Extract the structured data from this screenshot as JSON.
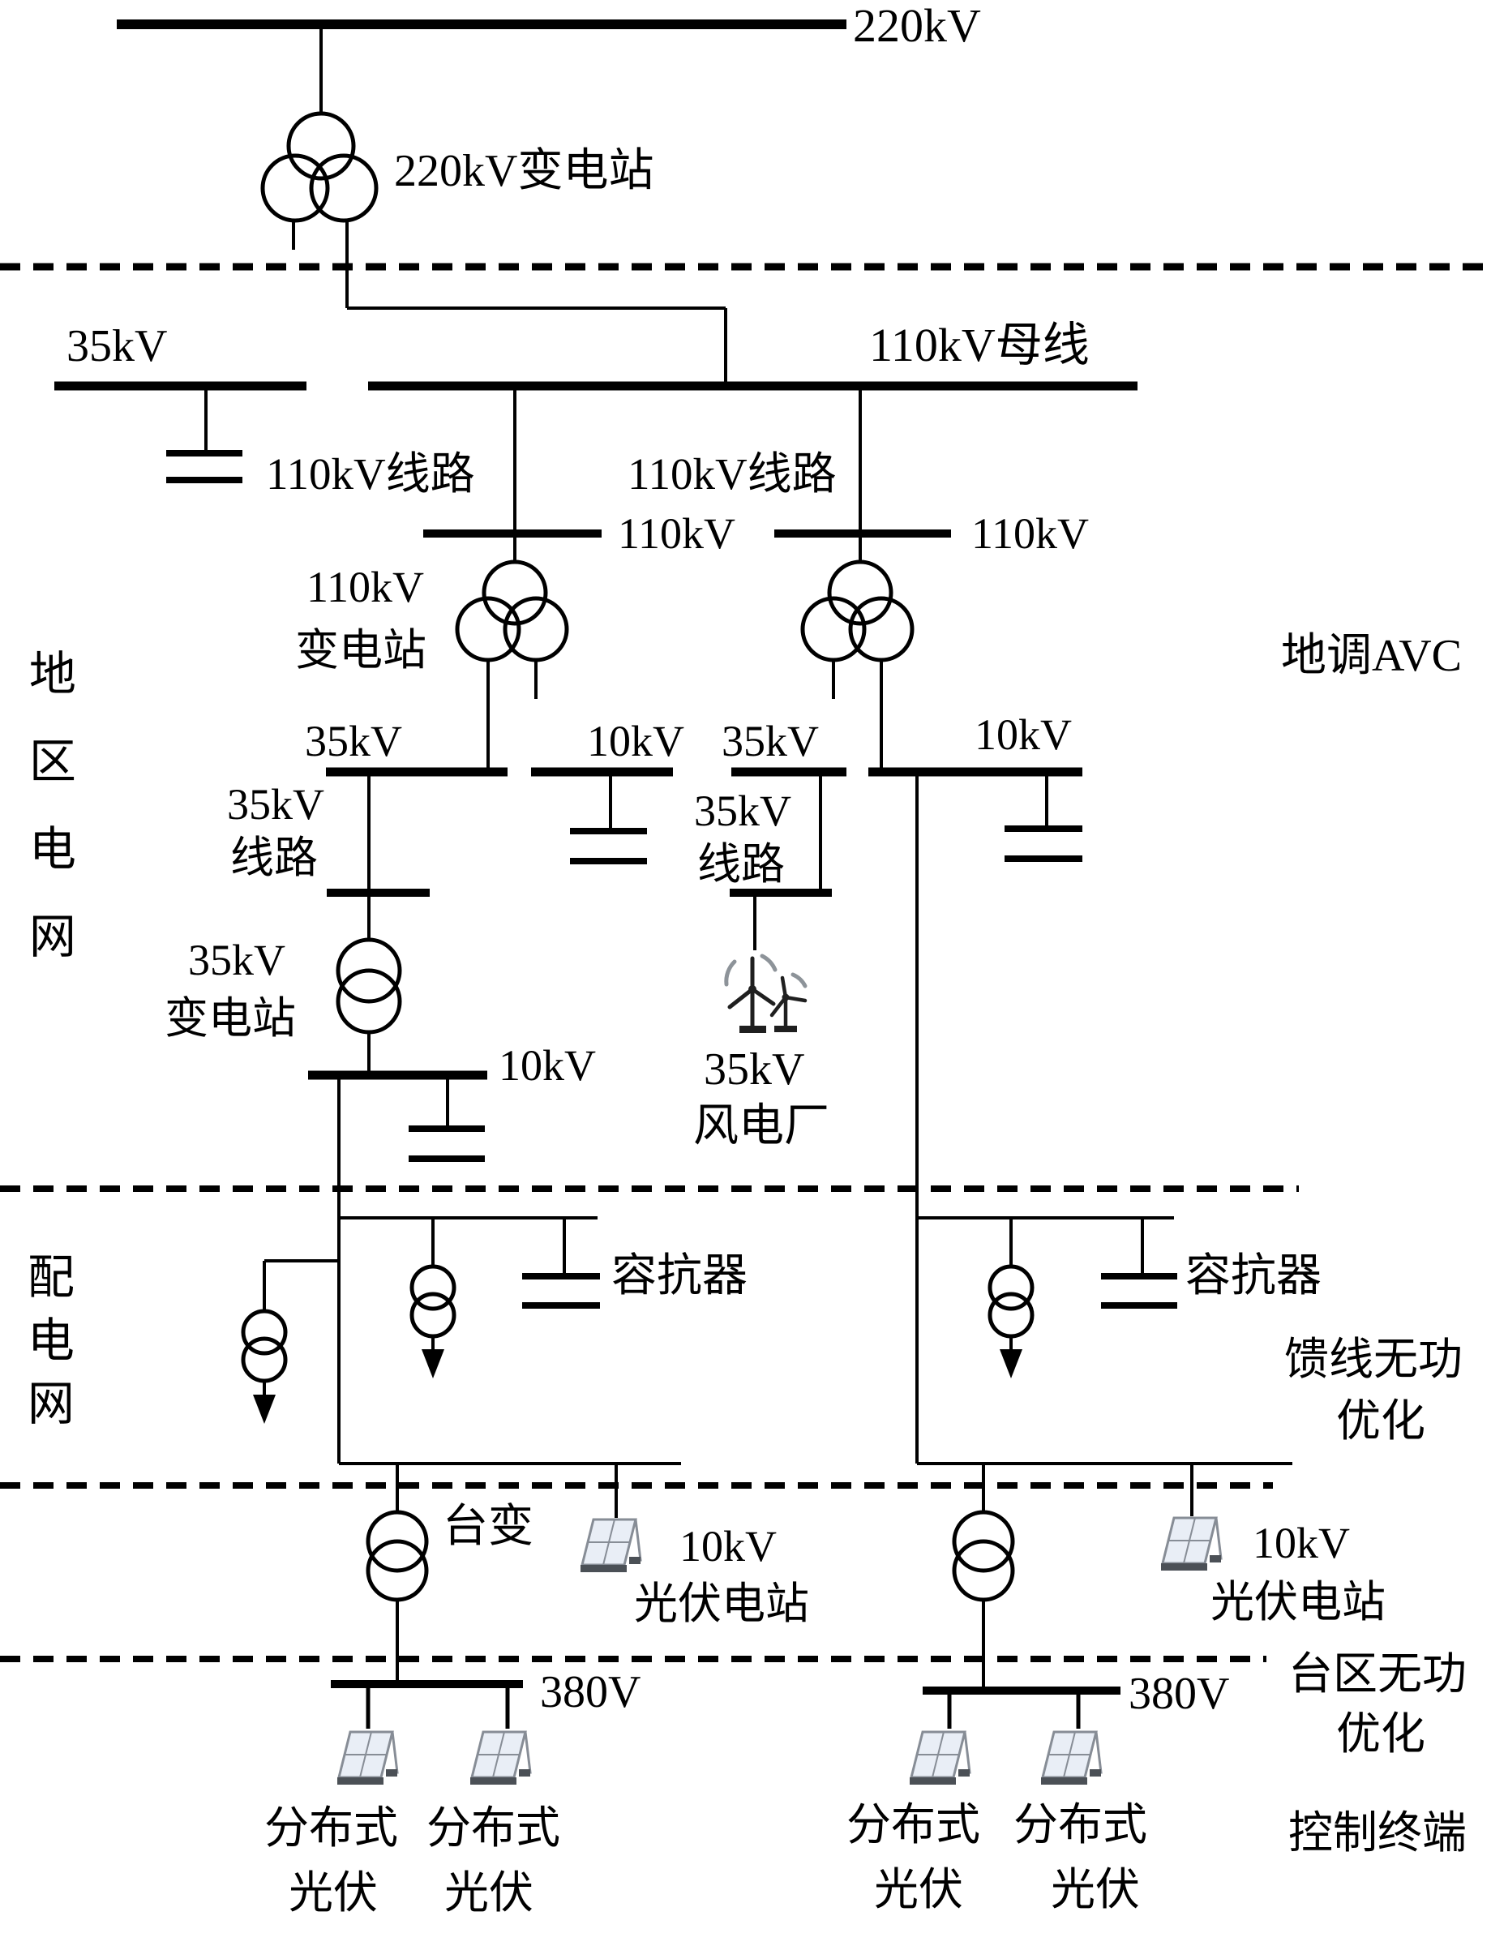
{
  "diagram_type": "power-grid-single-line-diagram",
  "colors": {
    "ink": "#000000",
    "panel_fill": "#e9eef6",
    "panel_frame": "#878d96",
    "panel_base": "#4b5056",
    "turbine_dark": "#1f1f1f",
    "turbine_arc": "#8d9399"
  },
  "labels": {
    "grid220_bus": "220kV",
    "substation220": "220kV变电站",
    "bus35_top": "35kV",
    "bus110_main": "110kV母线",
    "line110_left": "110kV线路",
    "line110_right": "110kV线路",
    "sub_bus110_left": "110kV",
    "sub_bus110_right": "110kV",
    "substation110_line1": "110kV",
    "substation110_line2": "变电站",
    "region_grid": "地区电网",
    "avc": "地调AVC",
    "bus35_left": "35kV",
    "bus10_mid": "10kV",
    "bus35_wind": "35kV",
    "bus10_right": "10kV",
    "line35_left_line1": "35kV",
    "line35_left_line2": "线路",
    "line35_wind_line1": "35kV",
    "line35_wind_line2": "线路",
    "substation35_line1": "35kV",
    "substation35_line2": "变电站",
    "bus10_left": "10kV",
    "windfarm_line1": "35kV",
    "windfarm_line2": "风电厂",
    "dist_grid": "配电网",
    "reactor_left": "容抗器",
    "reactor_right": "容抗器",
    "feeder_opt_line1": "馈线无功",
    "feeder_opt_line2": "优化",
    "station_transformer": "台变",
    "pv_station_left_line1": "10kV",
    "pv_station_left_line2": "光伏电站",
    "pv_station_right_line1": "10kV",
    "pv_station_right_line2": "光伏电站",
    "bus380_left": "380V",
    "bus380_right": "380V",
    "area_opt_line1": "台区无功",
    "area_opt_line2": "优化",
    "control_terminal": "控制终端",
    "distributed_pv": "分布式",
    "pv_short": "光伏"
  }
}
